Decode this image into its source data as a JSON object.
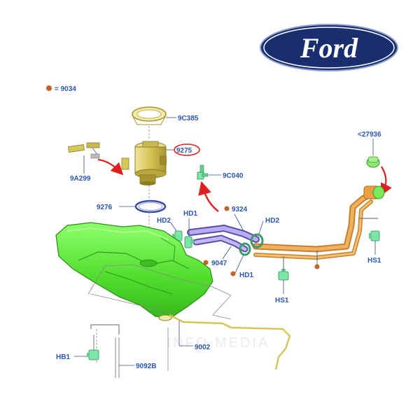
{
  "logo": {
    "text": "Ford",
    "color": "#1a2d6e"
  },
  "watermark": "INFO MEDIA",
  "legend": {
    "label": "= 9034",
    "dot_color": "#c0642a"
  },
  "labels": {
    "9C385": "9C385",
    "9275": "9275",
    "9A299": "9A299",
    "9276": "9276",
    "9C040": "9C040",
    "27936": "<27936",
    "HD2_left": "HD2",
    "HD1_top": "HD1",
    "9324": "9324",
    "HD2_right": "HD2",
    "9047": "9047",
    "HD1_bottom": "HD1",
    "HS1_right": "HS1",
    "HS1_bottom": "HS1",
    "9002": "9002",
    "HB1": "HB1",
    "9092B": "9092B"
  },
  "colors": {
    "label_text": "#2a56b8",
    "tank_green": "#5ef03c",
    "clip_green": "#7be6a8",
    "pipe_orange": "#e8a040",
    "hose_purple": "#9a8ed8",
    "pump_yellow": "#d6c85a",
    "highlight_red": "#e02020"
  }
}
